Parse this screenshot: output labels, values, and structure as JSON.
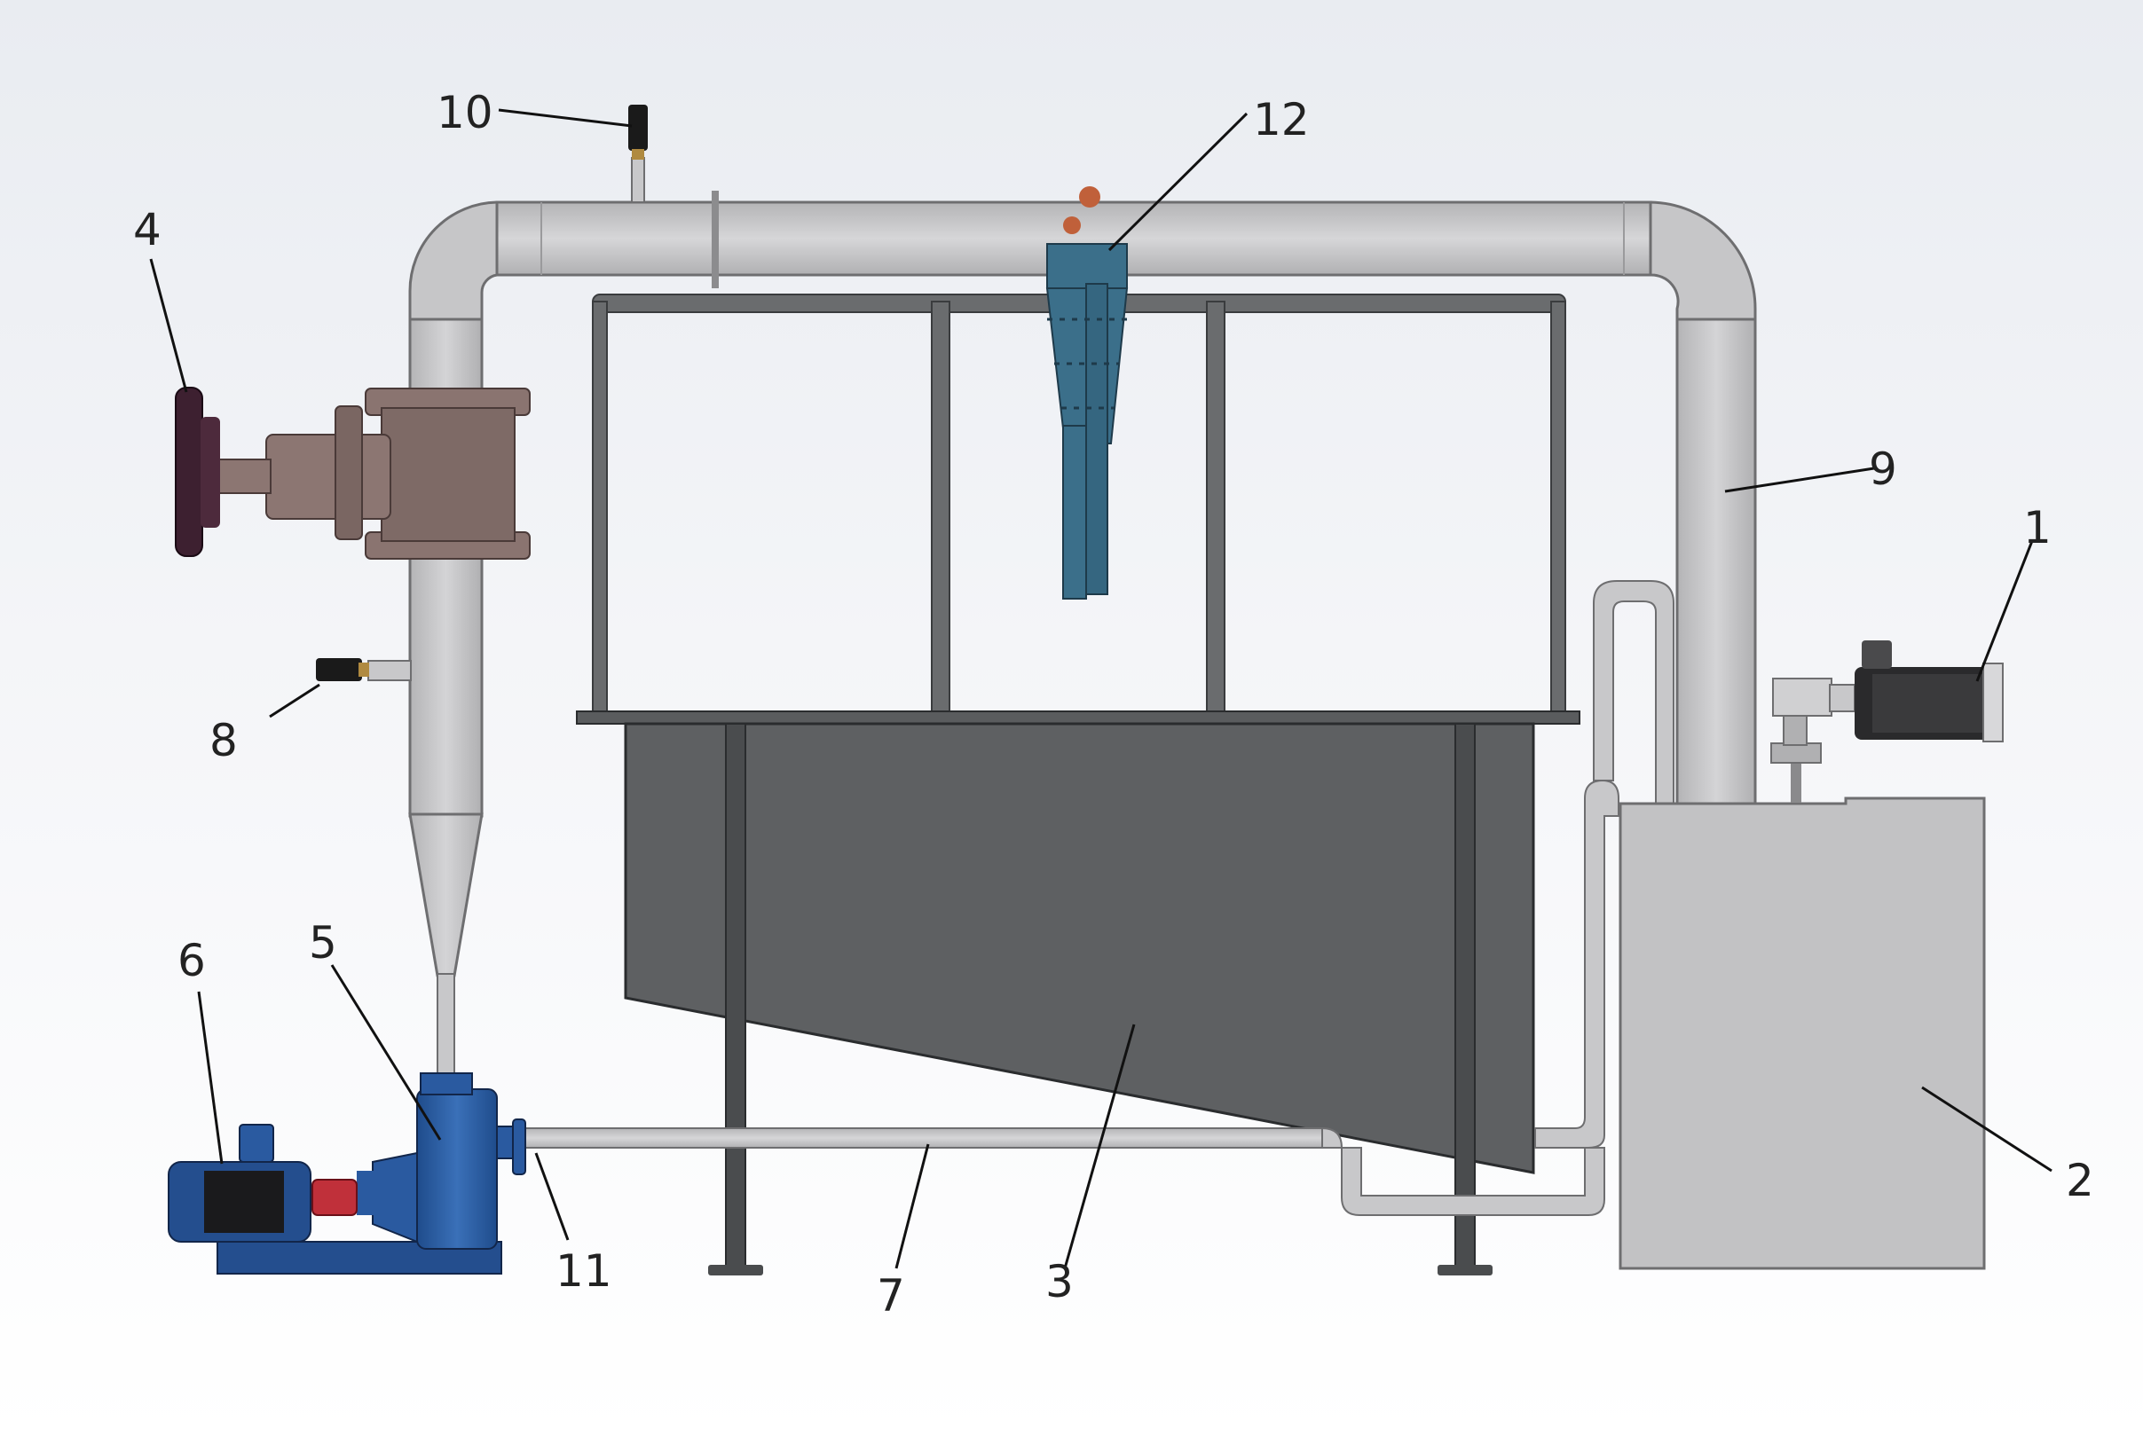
{
  "labels": {
    "l1": "1",
    "l2": "2",
    "l3": "3",
    "l4": "4",
    "l5": "5",
    "l6": "6",
    "l7": "7",
    "l8": "8",
    "l9": "9",
    "l10": "10",
    "l11": "11",
    "l12": "12"
  },
  "colors": {
    "pipe": "#c8c8ca",
    "pipe_stroke": "#6e6e70",
    "tank": "#5e6062",
    "frame": "#5a5c5e",
    "box": "#c2c2c4",
    "pump_blue": "#2a5aa0",
    "valve": "#8a7470",
    "handwheel": "#3d2030",
    "cyclone": "#3b6f8a"
  }
}
